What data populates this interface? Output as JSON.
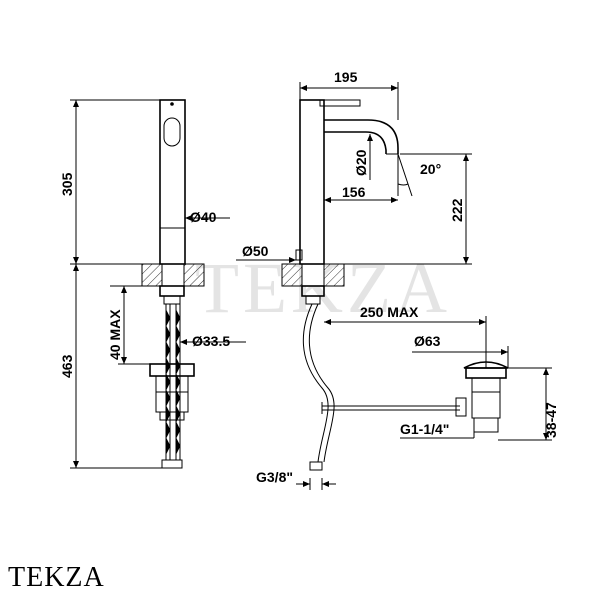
{
  "dimensions": {
    "front_height": "305",
    "front_below": "463",
    "max_drill": "40 MAX",
    "dia_body": "Ø40",
    "dia_hose": "Ø33.5",
    "width_total": "195",
    "dia_spout": "Ø20",
    "angle": "20°",
    "spout_reach": "156",
    "spout_height": "222",
    "dia_base": "Ø50",
    "waste_reach": "250 MAX",
    "dia_waste": "Ø63",
    "waste_thread": "G1-1/4\"",
    "waste_range": "38-47",
    "hose_thread": "G3/8\""
  },
  "watermark": "TEKZA",
  "brand": "TEKZA",
  "colors": {
    "line": "#000000",
    "watermark": "#cfcfcf",
    "background": "#ffffff"
  }
}
